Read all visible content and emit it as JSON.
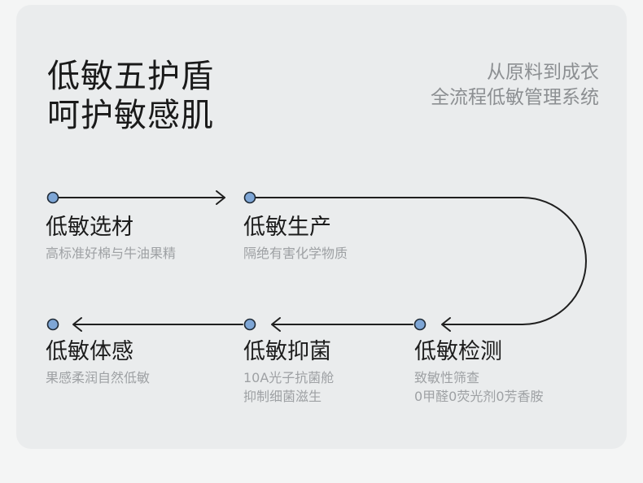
{
  "header": {
    "title_line1": "低敏五护盾",
    "title_line2": "呵护敏感肌",
    "slogan_line1": "从原料到成衣",
    "slogan_line2": "全流程低敏管理系统"
  },
  "steps": [
    {
      "title": "低敏选材",
      "desc1": "高标准好棉与牛油果精",
      "desc2": ""
    },
    {
      "title": "低敏生产",
      "desc1": "隔绝有害化学物质",
      "desc2": ""
    },
    {
      "title": "低敏检测",
      "desc1": "致敏性筛查",
      "desc2": "0甲醛0荧光剂0芳香胺"
    },
    {
      "title": "低敏抑菌",
      "desc1": "10A光子抗菌舱",
      "desc2": "抑制细菌滋生"
    },
    {
      "title": "低敏体感",
      "desc1": "果感柔润自然低敏",
      "desc2": ""
    }
  ],
  "colors": {
    "node_fill": "#7ea6d6",
    "node_stroke": "#1f2a36",
    "line": "#1f1f1f"
  }
}
